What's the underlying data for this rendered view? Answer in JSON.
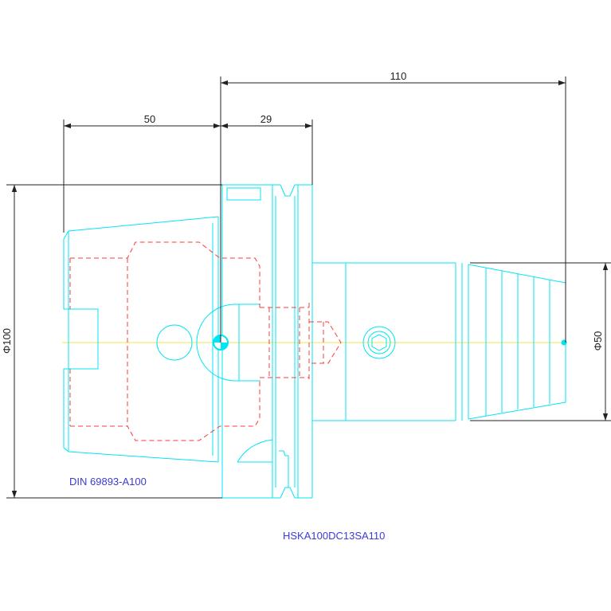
{
  "dimensions": {
    "flange_length": "50",
    "collar_length": "29",
    "overall_length": "110",
    "flange_diameter": "Φ100",
    "shank_diameter": "Φ50"
  },
  "labels": {
    "standard": "DIN 69893-A100",
    "part_number": "HSKA100DC13SA110"
  },
  "colors": {
    "background": "#ffffff",
    "outline": "#00e5f5",
    "hidden": "#ff3a3a",
    "centerline": "#f0e64a",
    "dimension": "#222222",
    "label": "#3b3bd6"
  }
}
